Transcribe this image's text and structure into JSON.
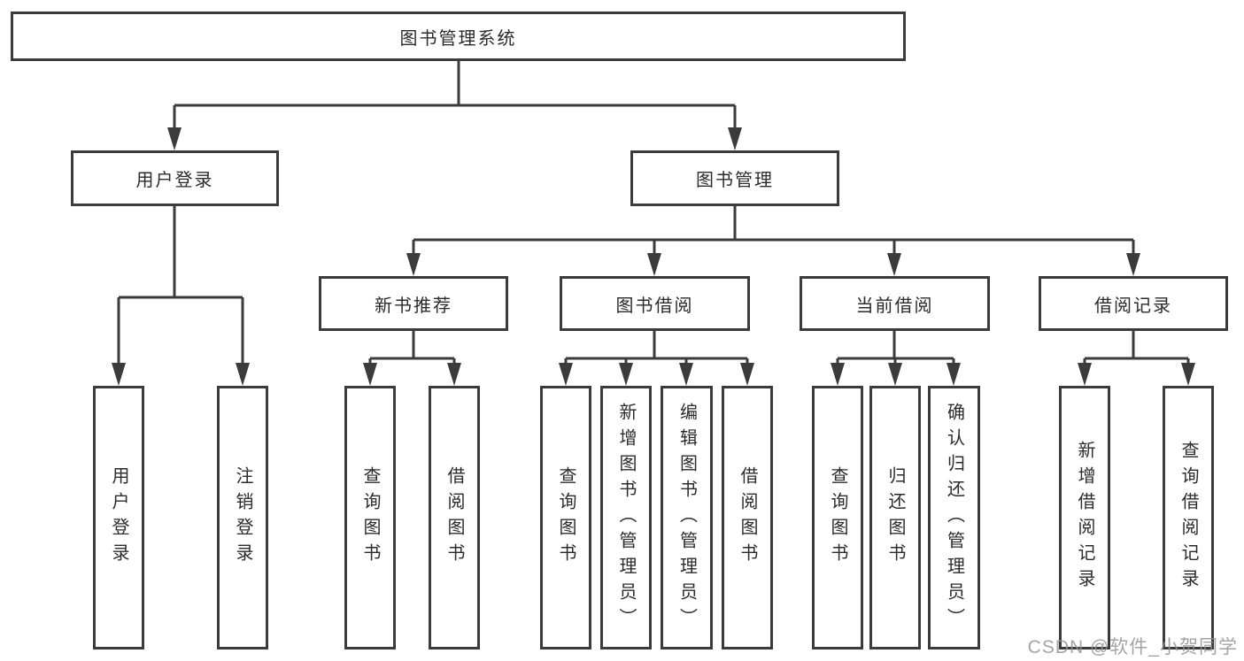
{
  "diagram": {
    "title": "图书管理系统",
    "root": {
      "label": "图书管理系统"
    },
    "level2": [
      {
        "label": "用户登录"
      },
      {
        "label": "图书管理"
      }
    ],
    "level3": [
      {
        "label": "新书推荐"
      },
      {
        "label": "图书借阅"
      },
      {
        "label": "当前借阅"
      },
      {
        "label": "借阅记录"
      }
    ],
    "leaves": {
      "user_login": [
        "用户登录",
        "注销登录"
      ],
      "new_book": [
        "查询图书",
        "借阅图书"
      ],
      "book_borrow": [
        "查询图书",
        "新增图书（管理员）",
        "编辑图书（管理员）",
        "借阅图书"
      ],
      "current_borrow": [
        "查询图书",
        "归还图书",
        "确认归还（管理员）"
      ],
      "borrow_record": [
        "新增借阅记录",
        "查询借阅记录"
      ]
    }
  },
  "watermark": {
    "text": "CSDN @软件_小贺同学"
  },
  "colors": {
    "line": "#3b3b3b",
    "box_border": "#3b3b3b",
    "text": "#2b2b2b",
    "background": "#ffffff",
    "watermark": "#949494"
  }
}
